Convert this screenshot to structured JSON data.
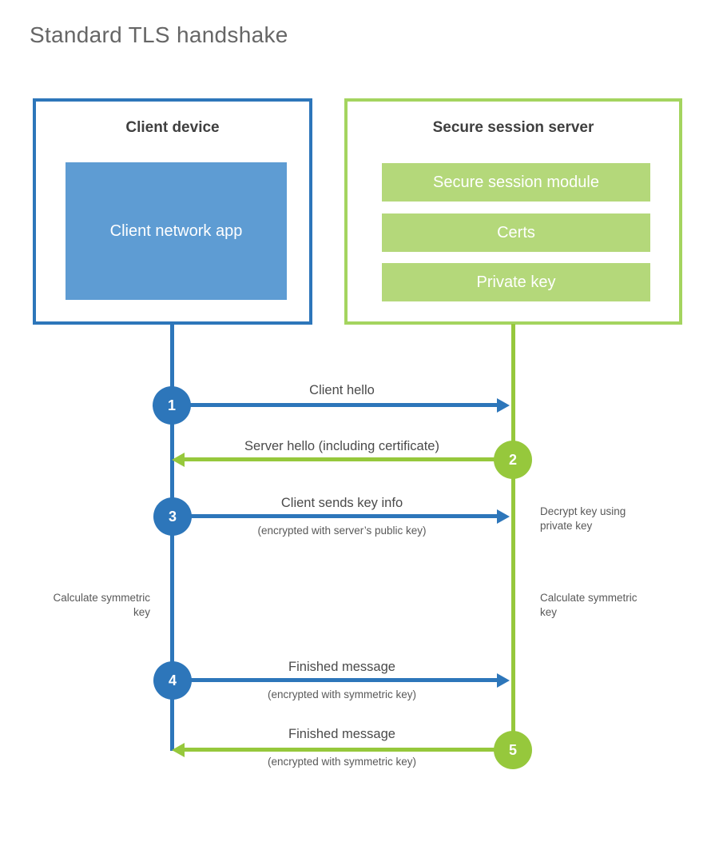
{
  "title": "Standard TLS handshake",
  "colors": {
    "blue": "#2d76ba",
    "blue_fill": "#5e9cd3",
    "green": "#96c83c",
    "green_border": "#a4d45f",
    "green_fill": "#b4d87a",
    "title_text": "#666666",
    "heading_text": "#3f3f3f",
    "label_text": "#4a4a4a",
    "note_text": "#595959"
  },
  "client_box": {
    "title": "Client device",
    "app_label": "Client network app"
  },
  "server_box": {
    "title": "Secure session server",
    "modules": [
      "Secure session module",
      "Certs",
      "Private key"
    ]
  },
  "steps": [
    {
      "num": "1",
      "label": "Client hello",
      "sub": "",
      "direction": "right",
      "color": "blue"
    },
    {
      "num": "2",
      "label": "Server hello (including certificate)",
      "sub": "",
      "direction": "left",
      "color": "green"
    },
    {
      "num": "3",
      "label": "Client sends key info",
      "sub": "(encrypted with server’s public key)",
      "direction": "right",
      "color": "blue"
    },
    {
      "num": "4",
      "label": "Finished message",
      "sub": "(encrypted with symmetric key)",
      "direction": "right",
      "color": "blue"
    },
    {
      "num": "5",
      "label": "Finished message",
      "sub": "(encrypted with symmetric key)",
      "direction": "left",
      "color": "green"
    }
  ],
  "notes": {
    "decrypt": "Decrypt key using private key",
    "calc_left": "Calculate symmetric key",
    "calc_right": "Calculate symmetric key"
  }
}
